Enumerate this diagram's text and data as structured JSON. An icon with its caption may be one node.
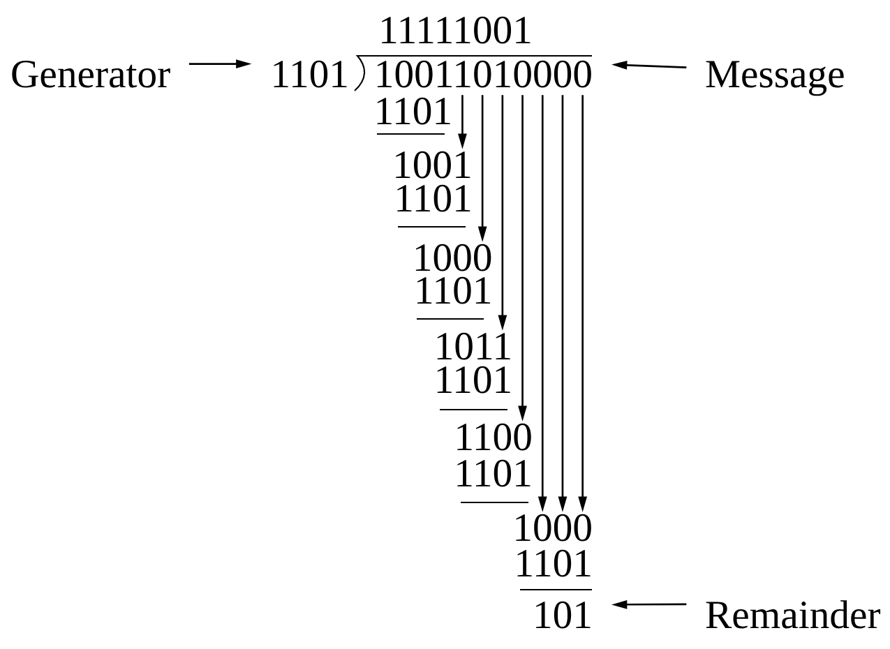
{
  "diagram": {
    "nodes": [
      {
        "text": [
          "Generator"
        ]
      },
      {
        "text": [
          "1101"
        ]
      },
      {
        "text": [
          "10011010000"
        ]
      },
      {
        "text": [
          "Message"
        ]
      },
      {
        "text": [
          "1001"
        ]
      },
      {
        "text": [
          "1000"
        ]
      },
      {
        "text": [
          "1011"
        ]
      },
      {
        "text": [
          "1100"
        ]
      },
      {
        "text": [
          "1000"
        ]
      },
      {
        "text": [
          "101"
        ]
      },
      {
        "text": [
          "Remainder"
        ]
      }
    ],
    "edges": [
      {
        "from": 0,
        "to": 1,
        "arrow": "to"
      },
      {
        "from": 3,
        "to": 2,
        "arrow": "to"
      },
      {
        "from": 2,
        "to": 4,
        "arrow": "to"
      },
      {
        "from": 2,
        "to": 5,
        "arrow": "to"
      },
      {
        "from": 2,
        "to": 6,
        "arrow": "to"
      },
      {
        "from": 2,
        "to": 7,
        "arrow": "to"
      },
      {
        "from": 2,
        "to": 8,
        "arrow": "to"
      },
      {
        "from": 2,
        "to": 8,
        "arrow": "to"
      },
      {
        "from": 2,
        "to": 8,
        "arrow": "to"
      },
      {
        "from": 10,
        "to": 9,
        "arrow": "to"
      }
    ],
    "labels": [
      "11111001",
      "1101",
      "1101",
      "1101",
      "1101",
      "1101",
      "1101"
    ]
  }
}
